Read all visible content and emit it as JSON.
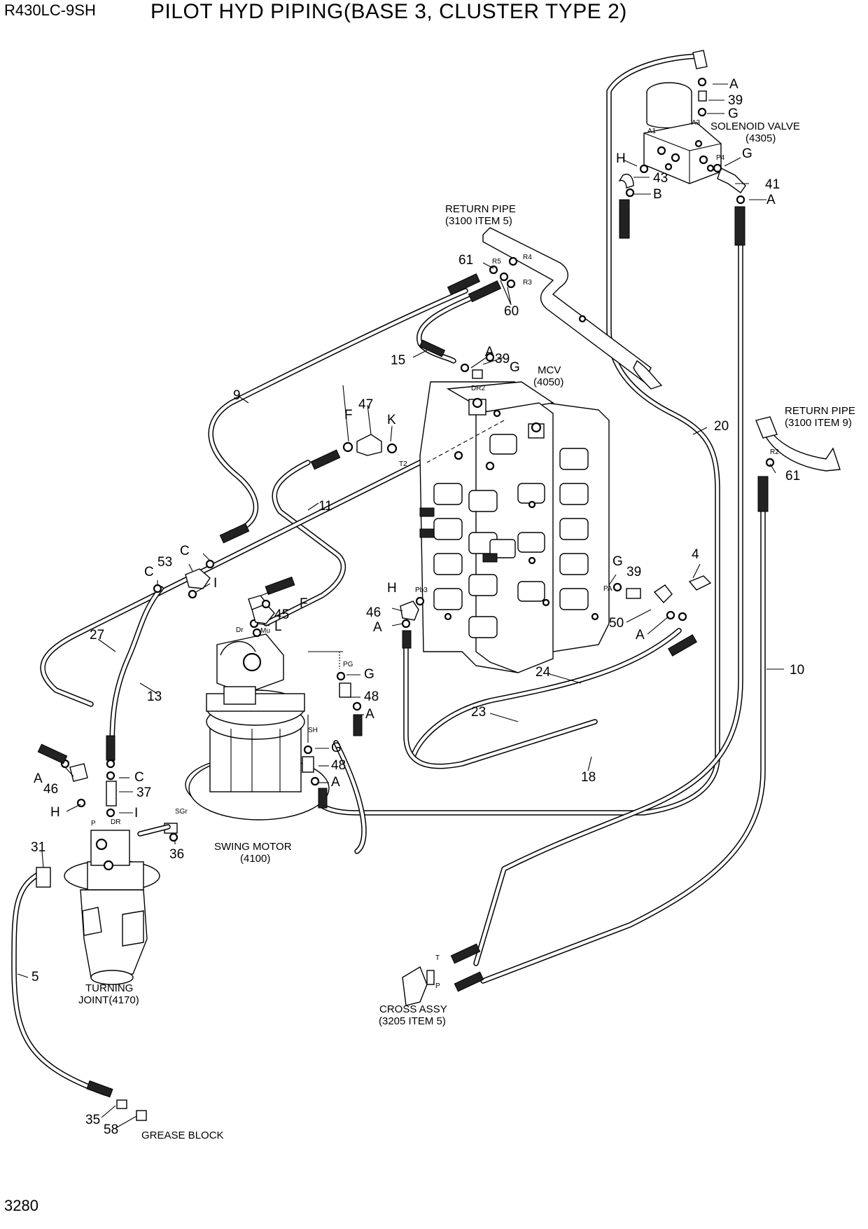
{
  "header": {
    "model": "R430LC-9SH",
    "title": "PILOT HYD PIPING(BASE 3, CLUSTER TYPE 2)"
  },
  "footer": {
    "page_number": "3280"
  },
  "components": {
    "solenoid_valve": {
      "name": "SOLENOID VALVE",
      "ref": "(4305)"
    },
    "mcv": {
      "name": "MCV",
      "ref": "(4050)"
    },
    "return_pipe_1": {
      "name": "RETURN PIPE",
      "ref": "(3100  ITEM 5)"
    },
    "return_pipe_2": {
      "name": "RETURN PIPE",
      "ref": "(3100  ITEM 9)"
    },
    "swing_motor": {
      "name": "SWING MOTOR",
      "ref": "(4100)"
    },
    "turning_joint": {
      "name": "TURNING",
      "ref": "JOINT(4170)"
    },
    "cross_assy": {
      "name": "CROSS ASSY",
      "ref": "(3205 ITEM 5)"
    },
    "grease_block": {
      "name": "GREASE BLOCK"
    }
  },
  "port_labels": {
    "a1": "A1",
    "a3": "A3",
    "p4": "P4",
    "r2": "R2",
    "r3": "R3",
    "r4": "R4",
    "r5": "R5",
    "dr2": "DR2",
    "t2": "T2",
    "pb3": "Pb3",
    "pa": "PA",
    "dr_motor": "Dr",
    "mu": "Mu",
    "pg": "PG",
    "sh": "SH",
    "sgr": "SGr",
    "p_joint": "P",
    "dr_joint": "DR",
    "t_cross": "T",
    "p_cross": "P"
  },
  "callouts": [
    {
      "id": "A",
      "text": "A"
    },
    {
      "id": "39",
      "text": "39"
    },
    {
      "id": "G",
      "text": "G"
    },
    {
      "id": "H",
      "text": "H"
    },
    {
      "id": "43",
      "text": "43"
    },
    {
      "id": "B",
      "text": "B"
    },
    {
      "id": "G",
      "text": "G"
    },
    {
      "id": "41",
      "text": "41"
    },
    {
      "id": "A",
      "text": "A"
    },
    {
      "id": "61",
      "text": "61"
    },
    {
      "id": "60",
      "text": "60"
    },
    {
      "id": "15",
      "text": "15"
    },
    {
      "id": "A",
      "text": "A"
    },
    {
      "id": "39",
      "text": "39"
    },
    {
      "id": "G",
      "text": "G"
    },
    {
      "id": "9",
      "text": "9"
    },
    {
      "id": "F",
      "text": "F"
    },
    {
      "id": "47",
      "text": "47"
    },
    {
      "id": "K",
      "text": "K"
    },
    {
      "id": "20",
      "text": "20"
    },
    {
      "id": "61",
      "text": "61"
    },
    {
      "id": "11",
      "text": "11"
    },
    {
      "id": "C",
      "text": "C"
    },
    {
      "id": "53",
      "text": "53"
    },
    {
      "id": "C",
      "text": "C"
    },
    {
      "id": "I",
      "text": "I"
    },
    {
      "id": "G",
      "text": "G"
    },
    {
      "id": "39",
      "text": "39"
    },
    {
      "id": "4",
      "text": "4"
    },
    {
      "id": "H",
      "text": "H"
    },
    {
      "id": "46",
      "text": "46"
    },
    {
      "id": "A",
      "text": "A"
    },
    {
      "id": "45",
      "text": "45"
    },
    {
      "id": "F",
      "text": "F"
    },
    {
      "id": "L",
      "text": "L"
    },
    {
      "id": "50",
      "text": "50"
    },
    {
      "id": "A",
      "text": "A"
    },
    {
      "id": "27",
      "text": "27"
    },
    {
      "id": "G",
      "text": "G"
    },
    {
      "id": "24",
      "text": "24"
    },
    {
      "id": "10",
      "text": "10"
    },
    {
      "id": "13",
      "text": "13"
    },
    {
      "id": "48",
      "text": "48"
    },
    {
      "id": "A",
      "text": "A"
    },
    {
      "id": "23",
      "text": "23"
    },
    {
      "id": "G",
      "text": "G"
    },
    {
      "id": "48",
      "text": "48"
    },
    {
      "id": "A",
      "text": "A"
    },
    {
      "id": "A",
      "text": "A"
    },
    {
      "id": "46",
      "text": "46"
    },
    {
      "id": "C",
      "text": "C"
    },
    {
      "id": "37",
      "text": "37"
    },
    {
      "id": "18",
      "text": "18"
    },
    {
      "id": "H",
      "text": "H"
    },
    {
      "id": "I",
      "text": "I"
    },
    {
      "id": "31",
      "text": "31"
    },
    {
      "id": "36",
      "text": "36"
    },
    {
      "id": "5",
      "text": "5"
    },
    {
      "id": "35",
      "text": "35"
    },
    {
      "id": "58",
      "text": "58"
    }
  ]
}
